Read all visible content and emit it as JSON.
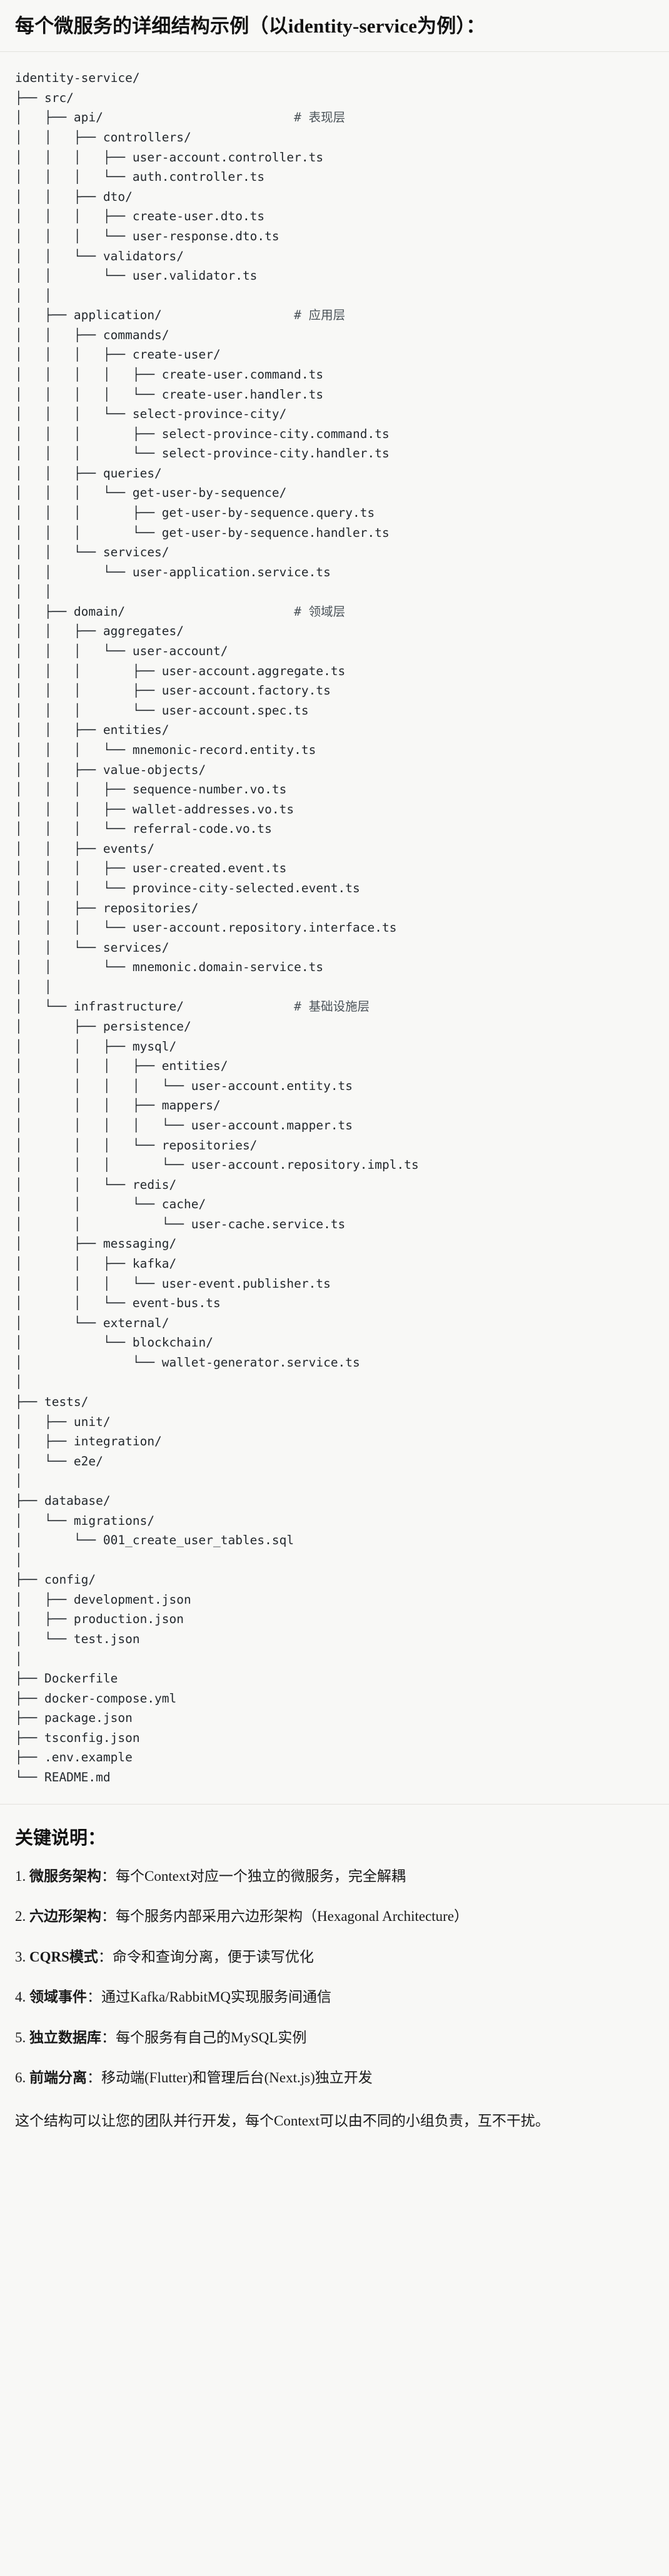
{
  "header": {
    "title": "每个微服务的详细结构示例（以identity-service为例）："
  },
  "tree": {
    "root": "identity-service/",
    "lines": [
      {
        "text": "identity-service/",
        "comment": ""
      },
      {
        "text": "├── src/",
        "comment": ""
      },
      {
        "text": "│   ├── api/",
        "comment": "# 表现层"
      },
      {
        "text": "│   │   ├── controllers/",
        "comment": ""
      },
      {
        "text": "│   │   │   ├── user-account.controller.ts",
        "comment": ""
      },
      {
        "text": "│   │   │   └── auth.controller.ts",
        "comment": ""
      },
      {
        "text": "│   │   ├── dto/",
        "comment": ""
      },
      {
        "text": "│   │   │   ├── create-user.dto.ts",
        "comment": ""
      },
      {
        "text": "│   │   │   └── user-response.dto.ts",
        "comment": ""
      },
      {
        "text": "│   │   └── validators/",
        "comment": ""
      },
      {
        "text": "│   │       └── user.validator.ts",
        "comment": ""
      },
      {
        "text": "│   │",
        "comment": ""
      },
      {
        "text": "│   ├── application/",
        "comment": "# 应用层"
      },
      {
        "text": "│   │   ├── commands/",
        "comment": ""
      },
      {
        "text": "│   │   │   ├── create-user/",
        "comment": ""
      },
      {
        "text": "│   │   │   │   ├── create-user.command.ts",
        "comment": ""
      },
      {
        "text": "│   │   │   │   └── create-user.handler.ts",
        "comment": ""
      },
      {
        "text": "│   │   │   └── select-province-city/",
        "comment": ""
      },
      {
        "text": "│   │   │       ├── select-province-city.command.ts",
        "comment": ""
      },
      {
        "text": "│   │   │       └── select-province-city.handler.ts",
        "comment": ""
      },
      {
        "text": "│   │   ├── queries/",
        "comment": ""
      },
      {
        "text": "│   │   │   └── get-user-by-sequence/",
        "comment": ""
      },
      {
        "text": "│   │   │       ├── get-user-by-sequence.query.ts",
        "comment": ""
      },
      {
        "text": "│   │   │       └── get-user-by-sequence.handler.ts",
        "comment": ""
      },
      {
        "text": "│   │   └── services/",
        "comment": ""
      },
      {
        "text": "│   │       └── user-application.service.ts",
        "comment": ""
      },
      {
        "text": "│   │",
        "comment": ""
      },
      {
        "text": "│   ├── domain/",
        "comment": "# 领域层"
      },
      {
        "text": "│   │   ├── aggregates/",
        "comment": ""
      },
      {
        "text": "│   │   │   └── user-account/",
        "comment": ""
      },
      {
        "text": "│   │   │       ├── user-account.aggregate.ts",
        "comment": ""
      },
      {
        "text": "│   │   │       ├── user-account.factory.ts",
        "comment": ""
      },
      {
        "text": "│   │   │       └── user-account.spec.ts",
        "comment": ""
      },
      {
        "text": "│   │   ├── entities/",
        "comment": ""
      },
      {
        "text": "│   │   │   └── mnemonic-record.entity.ts",
        "comment": ""
      },
      {
        "text": "│   │   ├── value-objects/",
        "comment": ""
      },
      {
        "text": "│   │   │   ├── sequence-number.vo.ts",
        "comment": ""
      },
      {
        "text": "│   │   │   ├── wallet-addresses.vo.ts",
        "comment": ""
      },
      {
        "text": "│   │   │   └── referral-code.vo.ts",
        "comment": ""
      },
      {
        "text": "│   │   ├── events/",
        "comment": ""
      },
      {
        "text": "│   │   │   ├── user-created.event.ts",
        "comment": ""
      },
      {
        "text": "│   │   │   └── province-city-selected.event.ts",
        "comment": ""
      },
      {
        "text": "│   │   ├── repositories/",
        "comment": ""
      },
      {
        "text": "│   │   │   └── user-account.repository.interface.ts",
        "comment": ""
      },
      {
        "text": "│   │   └── services/",
        "comment": ""
      },
      {
        "text": "│   │       └── mnemonic.domain-service.ts",
        "comment": ""
      },
      {
        "text": "│   │",
        "comment": ""
      },
      {
        "text": "│   └── infrastructure/",
        "comment": "# 基础设施层"
      },
      {
        "text": "│       ├── persistence/",
        "comment": ""
      },
      {
        "text": "│       │   ├── mysql/",
        "comment": ""
      },
      {
        "text": "│       │   │   ├── entities/",
        "comment": ""
      },
      {
        "text": "│       │   │   │   └── user-account.entity.ts",
        "comment": ""
      },
      {
        "text": "│       │   │   ├── mappers/",
        "comment": ""
      },
      {
        "text": "│       │   │   │   └── user-account.mapper.ts",
        "comment": ""
      },
      {
        "text": "│       │   │   └── repositories/",
        "comment": ""
      },
      {
        "text": "│       │   │       └── user-account.repository.impl.ts",
        "comment": ""
      },
      {
        "text": "│       │   └── redis/",
        "comment": ""
      },
      {
        "text": "│       │       └── cache/",
        "comment": ""
      },
      {
        "text": "│       │           └── user-cache.service.ts",
        "comment": ""
      },
      {
        "text": "│       ├── messaging/",
        "comment": ""
      },
      {
        "text": "│       │   ├── kafka/",
        "comment": ""
      },
      {
        "text": "│       │   │   └── user-event.publisher.ts",
        "comment": ""
      },
      {
        "text": "│       │   └── event-bus.ts",
        "comment": ""
      },
      {
        "text": "│       └── external/",
        "comment": ""
      },
      {
        "text": "│           └── blockchain/",
        "comment": ""
      },
      {
        "text": "│               └── wallet-generator.service.ts",
        "comment": ""
      },
      {
        "text": "│",
        "comment": ""
      },
      {
        "text": "├── tests/",
        "comment": ""
      },
      {
        "text": "│   ├── unit/",
        "comment": ""
      },
      {
        "text": "│   ├── integration/",
        "comment": ""
      },
      {
        "text": "│   └── e2e/",
        "comment": ""
      },
      {
        "text": "│",
        "comment": ""
      },
      {
        "text": "├── database/",
        "comment": ""
      },
      {
        "text": "│   └── migrations/",
        "comment": ""
      },
      {
        "text": "│       └── 001_create_user_tables.sql",
        "comment": ""
      },
      {
        "text": "│",
        "comment": ""
      },
      {
        "text": "├── config/",
        "comment": ""
      },
      {
        "text": "│   ├── development.json",
        "comment": ""
      },
      {
        "text": "│   ├── production.json",
        "comment": ""
      },
      {
        "text": "│   └── test.json",
        "comment": ""
      },
      {
        "text": "│",
        "comment": ""
      },
      {
        "text": "├── Dockerfile",
        "comment": ""
      },
      {
        "text": "├── docker-compose.yml",
        "comment": ""
      },
      {
        "text": "├── package.json",
        "comment": ""
      },
      {
        "text": "├── tsconfig.json",
        "comment": ""
      },
      {
        "text": "├── .env.example",
        "comment": ""
      },
      {
        "text": "└── README.md",
        "comment": ""
      }
    ],
    "comment_column": 38
  },
  "notes": {
    "title": "关键说明：",
    "items": [
      {
        "label": "微服务架构",
        "text": "：每个Context对应一个独立的微服务，完全解耦"
      },
      {
        "label": "六边形架构",
        "text": "：每个服务内部采用六边形架构（Hexagonal Architecture）"
      },
      {
        "label": "CQRS模式",
        "text": "：命令和查询分离，便于读写优化"
      },
      {
        "label": "领域事件",
        "text": "：通过Kafka/RabbitMQ实现服务间通信"
      },
      {
        "label": "独立数据库",
        "text": "：每个服务有自己的MySQL实例"
      },
      {
        "label": "前端分离",
        "text": "：移动端(Flutter)和管理后台(Next.js)独立开发"
      }
    ],
    "closing": "这个结构可以让您的团队并行开发，每个Context可以由不同的小组负责，互不干扰。"
  },
  "colors": {
    "background": "#f8f8f6",
    "text": "#1c1c1c",
    "rule": "#e3e2dd",
    "code": "#23282d",
    "comment": "#4a5258"
  }
}
